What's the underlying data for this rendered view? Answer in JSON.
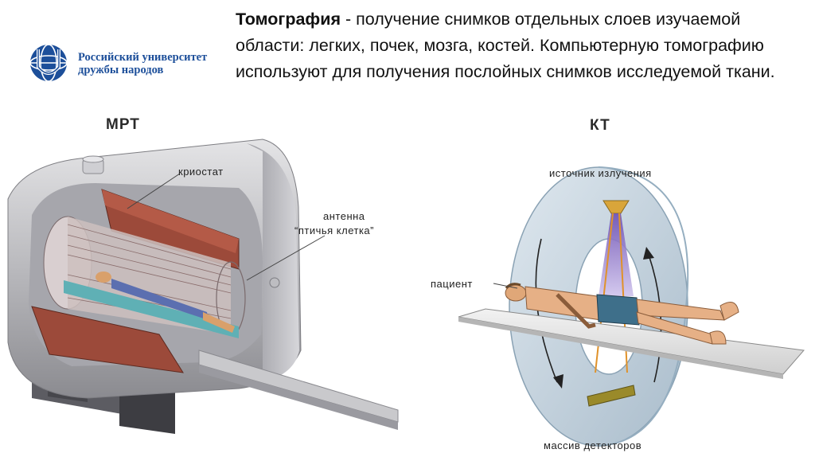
{
  "headline": {
    "term": "Томография",
    "text": " - получение снимков отдельных слоев изучаемой области: легких, почек, мозга, костей. Компьютерную томографию используют для получения послойных снимков исследуемой ткани."
  },
  "logo": {
    "line1": "Российский университет",
    "line2": "дружбы народов",
    "brand_color": "#1d4f9a"
  },
  "mri": {
    "title": "МРТ",
    "label_cryostat": "криостат",
    "label_antenna_1": "антенна",
    "label_antenna_2": "“птичья клетка”"
  },
  "ct": {
    "title": "КТ",
    "label_source": "источник излучения",
    "label_patient": "пациент",
    "label_detectors": "массив детекторов"
  }
}
